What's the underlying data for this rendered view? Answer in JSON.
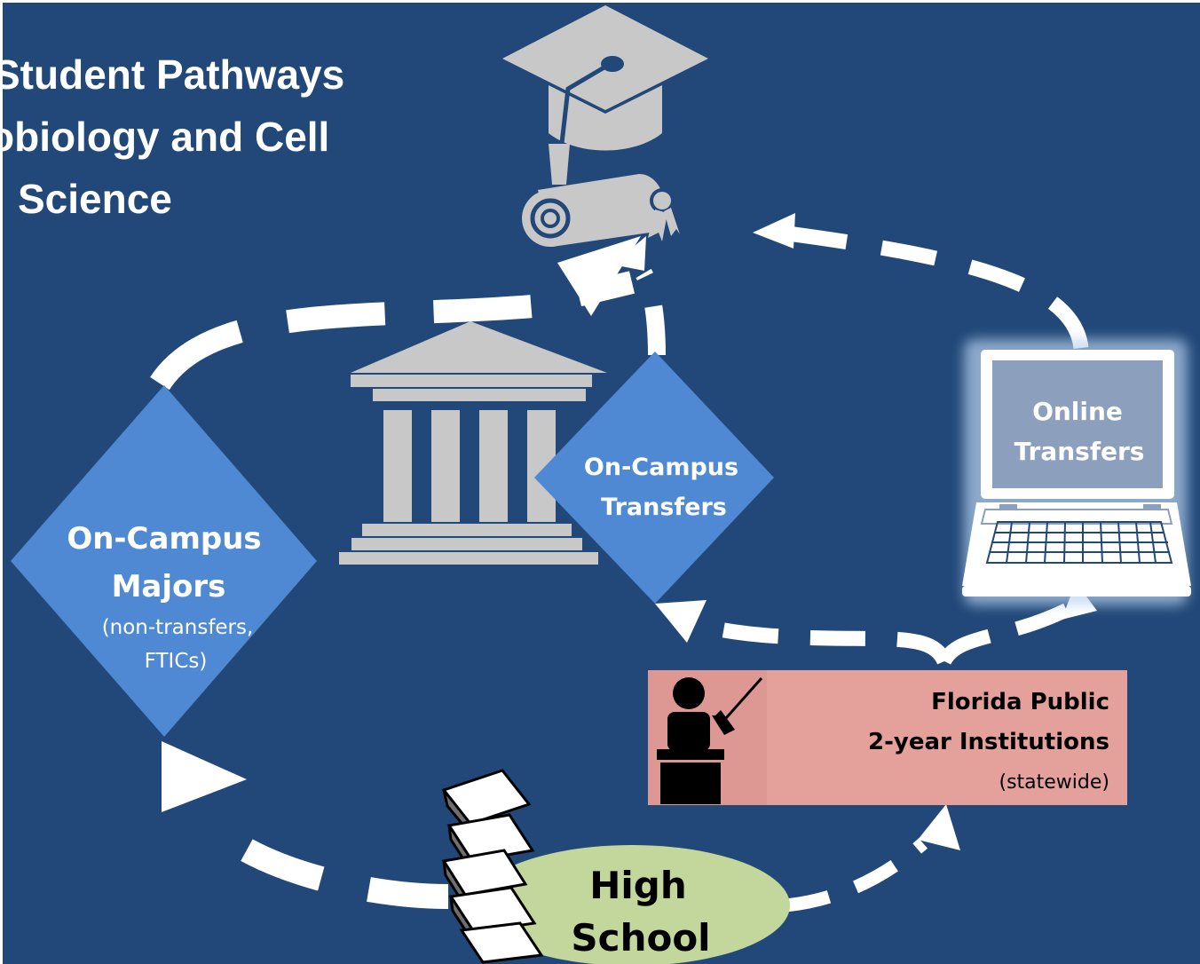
{
  "title": {
    "line1": "Student Pathways",
    "line2": "obiology and Cell",
    "line3": "Science"
  },
  "nodes": {
    "on_campus_majors": {
      "label_line1": "On-Campus",
      "label_line2": "Majors",
      "sub_line1": "(non-transfers,",
      "sub_line2": "FTICs)"
    },
    "on_campus_transfers": {
      "label_line1": "On-Campus",
      "label_line2": "Transfers"
    },
    "online_transfers": {
      "label_line1": "Online",
      "label_line2": "Transfers"
    },
    "florida_public": {
      "label_line1": "Florida Public",
      "label_line2": "2-year Institutions",
      "sub": "(statewide)"
    },
    "high_school": {
      "label_line1": "High",
      "label_line2": "School"
    }
  },
  "colors": {
    "background": "#214878",
    "node_blue": "#4f89d3",
    "icon_gray": "#c8c8c8",
    "florida_box": "#e4a09b",
    "high_school_oval": "#c3d69b",
    "arrow": "#ffffff"
  },
  "icons": [
    "graduation-cap-icon",
    "diploma-scroll-icon",
    "university-building-icon",
    "laptop-icon",
    "teacher-lectern-icon",
    "book-stack-icon"
  ]
}
